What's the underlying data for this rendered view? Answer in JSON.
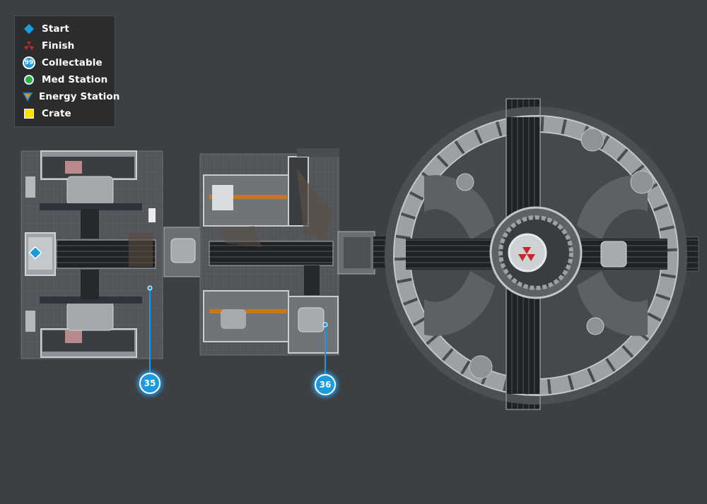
{
  "colors": {
    "background": "#3d4043",
    "marker_blue": "#1a9be0",
    "start": "#1a9be0",
    "finish": "#c62828",
    "med": "#2fae3c",
    "energy_outer": "#1a8fd6",
    "energy_inner": "#f08a1c",
    "crate": "#ffe100"
  },
  "legend": {
    "items": [
      {
        "key": "start",
        "label": "Start",
        "icon": "blue-diamond-icon"
      },
      {
        "key": "finish",
        "label": "Finish",
        "icon": "red-triangles-icon"
      },
      {
        "key": "collectable",
        "label": "Collectable",
        "icon": "collectable-number-icon",
        "icon_text": "99"
      },
      {
        "key": "med",
        "label": "Med Station",
        "icon": "green-circle-icon"
      },
      {
        "key": "energy",
        "label": "Energy Station",
        "icon": "orange-triangle-icon"
      },
      {
        "key": "crate",
        "label": "Crate",
        "icon": "yellow-square-icon"
      }
    ]
  },
  "markers": [
    {
      "id": "collectable-35",
      "label": "35"
    },
    {
      "id": "collectable-36",
      "label": "36"
    }
  ]
}
